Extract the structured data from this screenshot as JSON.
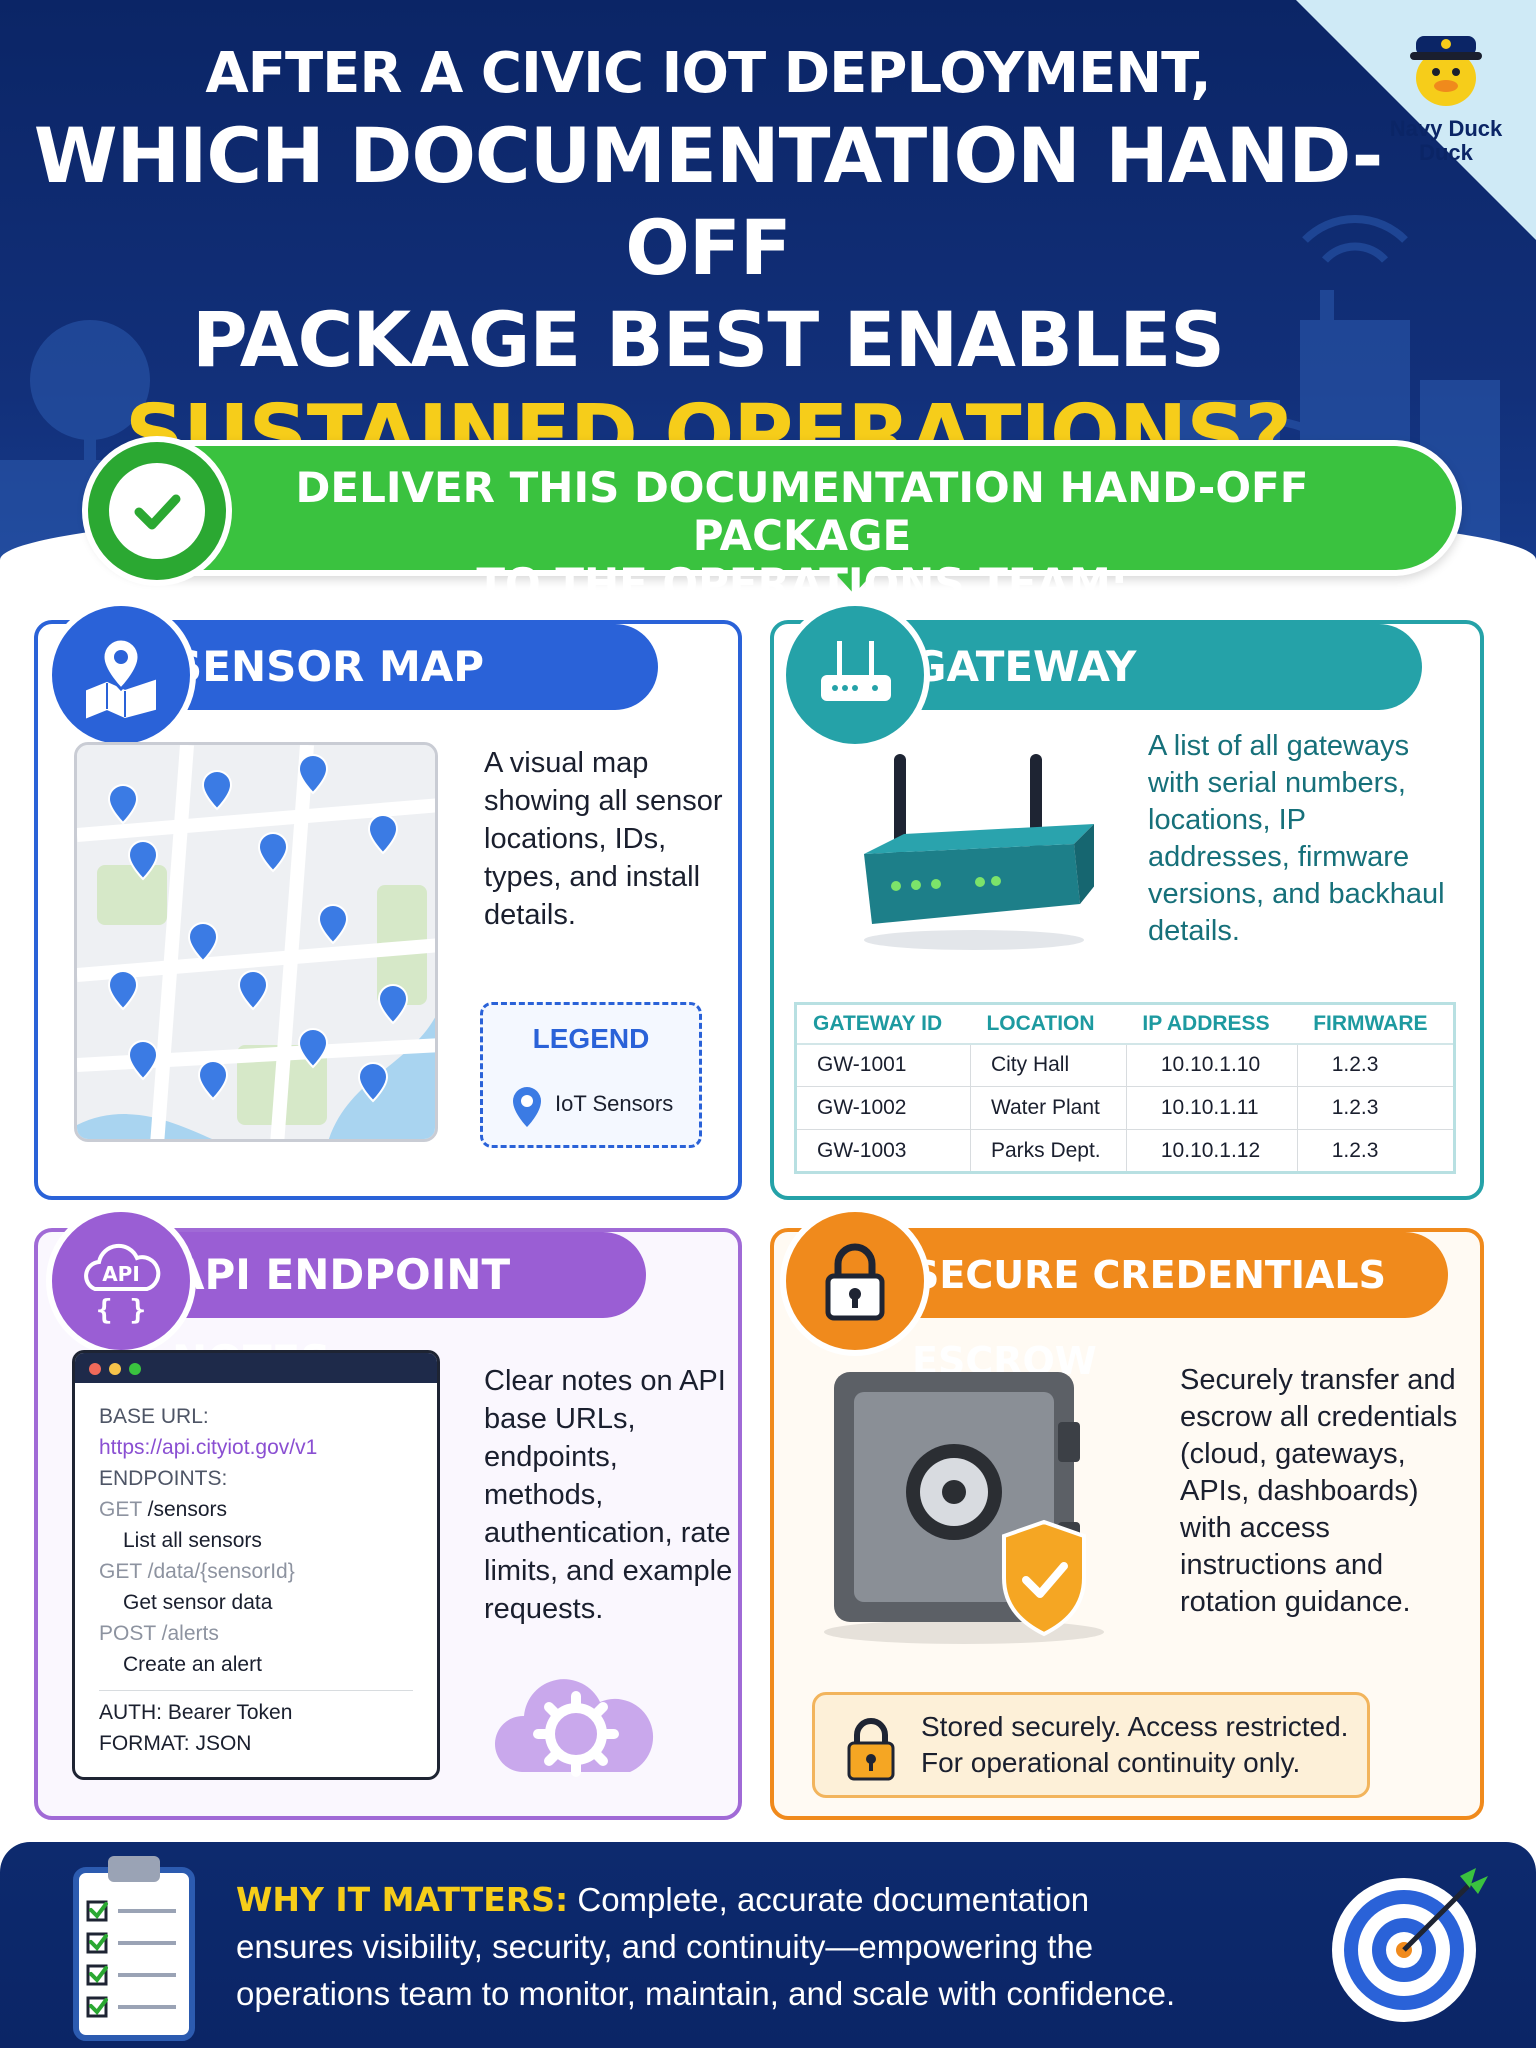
{
  "header": {
    "title_line1": "AFTER A CIVIC IOT DEPLOYMENT,",
    "title_line2": "WHICH DOCUMENTATION HAND-OFF",
    "title_line3": "PACKAGE BEST ENABLES",
    "title_line4": "SUSTAINED OPERATIONS?",
    "brand_line1": "Navy Duck",
    "brand_line2": "Duck"
  },
  "banner": {
    "line1": "DELIVER THIS DOCUMENTATION HAND-OFF PACKAGE",
    "line2": "TO THE OPERATIONS TEAM:"
  },
  "sensor_map": {
    "title": "SENSOR MAP",
    "description": "A visual map showing all sensor locations, IDs, types, and install details.",
    "legend_title": "LEGEND",
    "legend_item": "IoT Sensors"
  },
  "gateway": {
    "title": "GATEWAY INVENTORY",
    "description": "A list of all gateways with serial numbers, locations, IP addresses, firmware versions, and backhaul details.",
    "columns": [
      "GATEWAY ID",
      "LOCATION",
      "IP ADDRESS",
      "FIRMWARE"
    ],
    "rows": [
      [
        "GW-1001",
        "City Hall",
        "10.10.1.10",
        "1.2.3"
      ],
      [
        "GW-1002",
        "Water Plant",
        "10.10.1.11",
        "1.2.3"
      ],
      [
        "GW-1003",
        "Parks Dept.",
        "10.10.1.12",
        "1.2.3"
      ]
    ]
  },
  "api": {
    "title": "API ENDPOINT NOTES",
    "icon_label": "API",
    "icon_braces": "{ }",
    "base_url_label": "BASE URL:",
    "base_url": "https://api.cityiot.gov/v1",
    "endpoints_label": "ENDPOINTS:",
    "endpoints": [
      {
        "method": "GET",
        "path": "/sensors",
        "desc": "List all sensors"
      },
      {
        "method": "GET",
        "path": "/data/{sensorId}",
        "desc": "Get sensor data"
      },
      {
        "method": "POST",
        "path": "/alerts",
        "desc": "Create an alert"
      }
    ],
    "auth_label": "AUTH:",
    "auth_value": "Bearer Token",
    "format_label": "FORMAT:",
    "format_value": "JSON",
    "description": "Clear notes on API base URLs, endpoints, methods, authentication, rate limits, and example requests."
  },
  "credentials": {
    "title": "SECURE CREDENTIALS ESCROW",
    "description": "Securely transfer and escrow all credentials (cloud, gateways, APIs, dashboards) with access instructions and rotation guidance.",
    "notice_line1": "Stored securely. Access restricted.",
    "notice_line2": "For operational continuity only."
  },
  "footer": {
    "label": "WHY IT MATTERS:",
    "text_line1": "Complete, accurate documentation",
    "text_line2": "ensures visibility, security, and continuity—empowering the",
    "text_line3": "operations team to monitor, maintain, and scale with confidence."
  },
  "colors": {
    "navy": "#0b2566",
    "yellow": "#f6cd1a",
    "green": "#3ac23f",
    "blue": "#2a62d8",
    "teal": "#25a2a8",
    "purple": "#a06ad6",
    "orange": "#f08a1c"
  },
  "icons": {
    "banner": "check-icon",
    "sensor_map": "map-pin-icon",
    "gateway": "router-icon",
    "api": "api-cloud-icon",
    "credentials": "padlock-icon",
    "footer_left": "clipboard-checklist-icon",
    "footer_right": "target-icon"
  }
}
